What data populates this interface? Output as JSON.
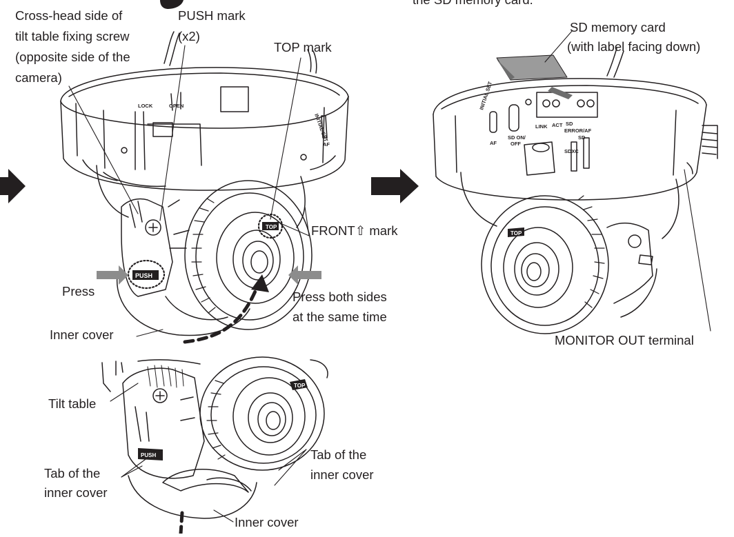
{
  "top_clipped_text": "the SD memory card.",
  "callouts": {
    "cross_head_screw": [
      "Cross-head side of",
      "tilt table fixing screw",
      "(opposite side of the",
      "camera)"
    ],
    "push_mark": [
      "PUSH mark",
      "(x2)"
    ],
    "top_mark": "TOP mark",
    "sd_card": [
      "SD memory card",
      "(with label facing down)"
    ],
    "front_mark": "FRONT⇧ mark",
    "press": "Press",
    "press_both": [
      "Press both sides",
      "at the same time"
    ],
    "inner_cover": "Inner cover",
    "monitor_out": "MONITOR OUT terminal",
    "tilt_table": "Tilt table",
    "tab_left": [
      "Tab of the",
      "inner cover"
    ],
    "tab_right": [
      "Tab of the",
      "inner cover"
    ],
    "inner_cover_bottom": "Inner cover"
  },
  "device_markings": {
    "lock": "LOCK",
    "open": "OPEN",
    "initial_set": "INITIAL SET",
    "af": "AF",
    "top": "TOP",
    "push": "PUSH",
    "sd_on_off": [
      "SD ON/",
      "OFF"
    ],
    "link": "LINK",
    "act": "ACT",
    "sd": "SD",
    "error_af": "ERROR/AF",
    "sd_slot": "SD",
    "sdxc": "SDXC"
  },
  "colors": {
    "ink": "#231f20",
    "press_arrow": "#8c8c8c",
    "sd_card": "#9b9b9b"
  }
}
